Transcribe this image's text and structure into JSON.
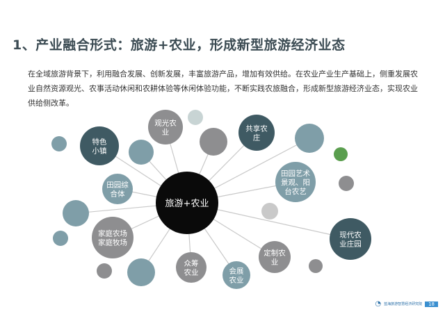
{
  "title": "1、产业融合形式：旅游+农业，形成新型旅游经济业态",
  "description": "在全域旅游背景下，利用融合发展、创新发展，丰富旅游产品，增加有效供给。在农业产业生产基础上，侧重发展农业自然资源观光、农事活动休闲和农耕体验等休闲体验功能，不断实践农旅融合，形成新型旅游经济业态，实现农业供给侧改革。",
  "diagram": {
    "center": "旅游+农业",
    "colors": {
      "center": "#0a0a0a",
      "dark": "#3f5a63",
      "gray": "#8e8e90",
      "teal": "#7f9ea8",
      "light": "#c8d4d4",
      "lightgray": "#c9c9c9",
      "green": "#5a9e4e",
      "line": "#c8c8c8"
    },
    "nodes": [
      {
        "label": [
          "特色",
          "小镇"
        ],
        "tone": "dark"
      },
      {
        "label": [
          "观光农",
          "业"
        ],
        "tone": "gray"
      },
      {
        "label": [
          "共享农",
          "庄"
        ],
        "tone": "dark"
      },
      {
        "label": [
          "田园艺术",
          "景观、阳",
          "台农艺"
        ],
        "tone": "teal"
      },
      {
        "label": [
          "现代农",
          "业庄园"
        ],
        "tone": "dark"
      },
      {
        "label": [
          "定制农",
          "业"
        ],
        "tone": "gray"
      },
      {
        "label": [
          "会展",
          "农业"
        ],
        "tone": "teal"
      },
      {
        "label": [
          "众筹",
          "农业"
        ],
        "tone": "gray"
      },
      {
        "label": [
          "家庭农场",
          "家庭牧场"
        ],
        "tone": "gray"
      },
      {
        "label": [
          "田园综",
          "合体"
        ],
        "tone": "teal"
      },
      {
        "label": [],
        "tone": "teal"
      },
      {
        "label": [],
        "tone": "teal"
      },
      {
        "label": [],
        "tone": "light"
      },
      {
        "label": [],
        "tone": "gray"
      },
      {
        "label": [],
        "tone": "teal"
      },
      {
        "label": [],
        "tone": "green"
      },
      {
        "label": [],
        "tone": "gray"
      },
      {
        "label": [],
        "tone": "lightgray"
      },
      {
        "label": [],
        "tone": "gray"
      },
      {
        "label": [],
        "tone": "teal"
      },
      {
        "label": [],
        "tone": "gray"
      },
      {
        "label": [],
        "tone": "teal"
      },
      {
        "label": [],
        "tone": "teal"
      }
    ]
  },
  "footer": {
    "org": "蓝海旅游智慧经济研究院",
    "page": "18"
  }
}
